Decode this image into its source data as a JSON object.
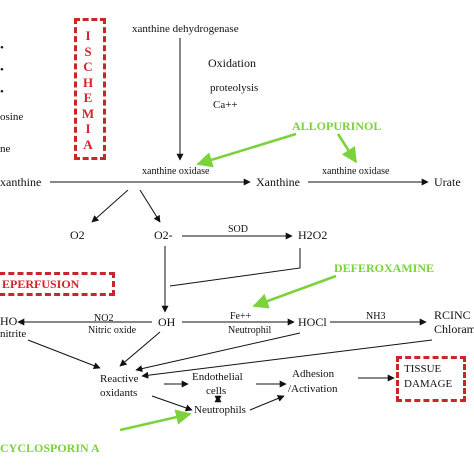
{
  "colors": {
    "text": "#111111",
    "arrow": "#111111",
    "green": "#7bd23a",
    "red": "#c8262c"
  },
  "left_fragments": [
    "•",
    "•",
    "•",
    "osine",
    "ne"
  ],
  "ischemia": {
    "letters": [
      "I",
      "S",
      "C",
      "H",
      "E",
      "M",
      "I",
      "A"
    ]
  },
  "top": {
    "enzyme": "xanthine dehydrogenase",
    "oxidation": "Oxidation",
    "proteolysis": "proteolysis",
    "calcium": "Ca++"
  },
  "drugs": {
    "allopurinol": "ALLOPURINOL",
    "deferoxamine": "DEFEROXAMINE",
    "cyclosporin": "CYCLOSPORIN A"
  },
  "main": {
    "hypoxanthine": "xanthine",
    "xo1": "xanthine oxidase",
    "xanthine": "Xanthine",
    "xo2": "xanthine oxidase",
    "urate": "Urate"
  },
  "radicals": {
    "o2": "O2",
    "o2minus": "O2-",
    "sod": "SOD",
    "h2o2": "H2O2",
    "oh": "OH",
    "fe": "Fe++",
    "neutrophil": "Neutrophil",
    "hocl": "HOCl",
    "nh3": "NH3",
    "rcinc": "RCINC",
    "chloram": "Chloram",
    "ho": "HO-",
    "nitrite": "nitrite",
    "no2": "NO2",
    "nitric_oxide": "Nitric oxide"
  },
  "reperfusion": "EPERFUSION",
  "bottom": {
    "reactive": "Reactive",
    "oxidants": "oxidants",
    "endothelial": "Endothelial",
    "cells": "cells",
    "neutrophils": "Neutrophils",
    "adhesion": "Adhesion",
    "activation": "/Activation",
    "tissue": "TISSUE",
    "damage": "DAMAGE"
  }
}
